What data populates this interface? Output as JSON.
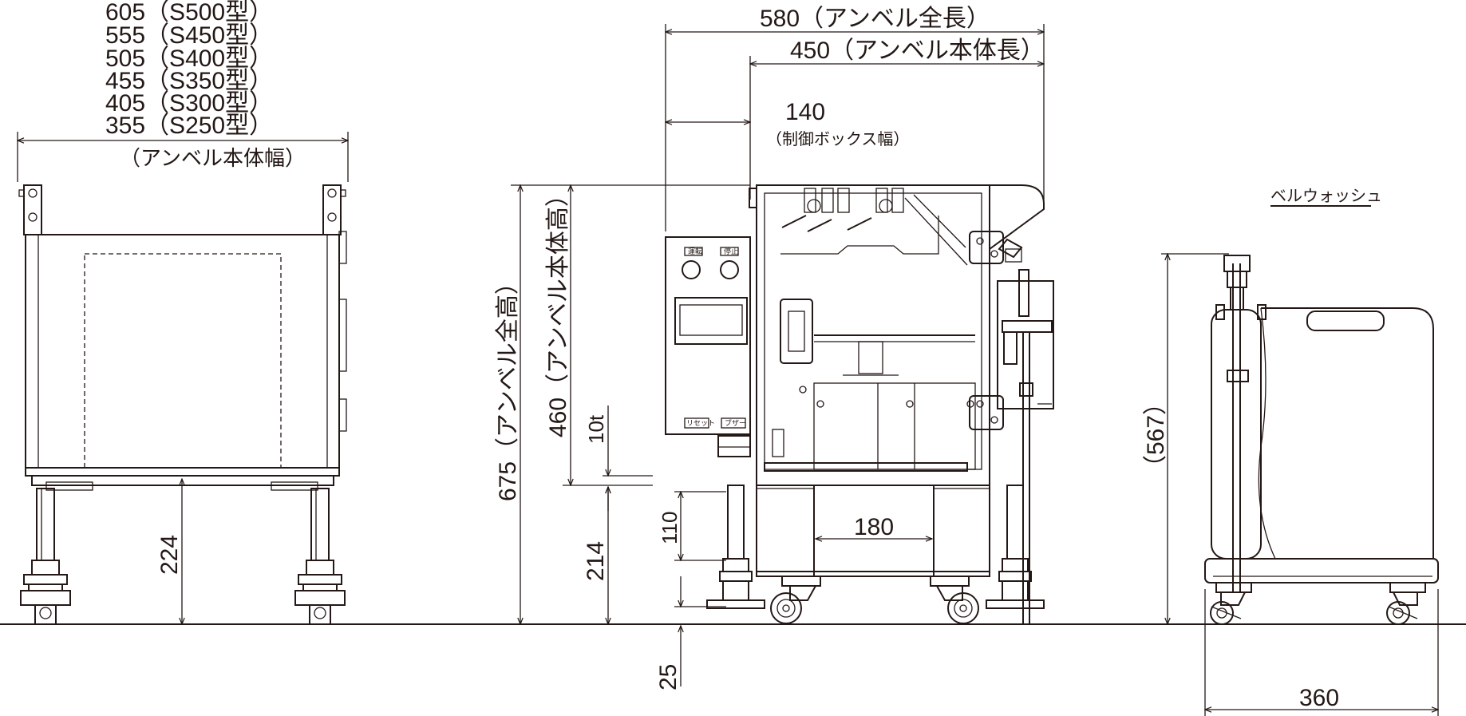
{
  "size_list": [
    "605（S500型）",
    "555（S450型）",
    "505（S400型）",
    "455（S350型）",
    "405（S300型）",
    "355（S250型）"
  ],
  "labels": {
    "anvil_width": "（アンベル本体幅）",
    "total_length": "580（アンベル全長）",
    "body_length": "450（アンベル本体長）",
    "control_box_width_value": "140",
    "control_box_width_label": "（制御ボックス幅）",
    "total_height": "675（アンベル全高）",
    "body_height": "460（アンベル本体高）",
    "plate_thickness": "10t",
    "leg_height_front": "224",
    "leg_height_side": "214",
    "caster_span": "110",
    "floor_gap": "25",
    "wheel_gap": "180",
    "bellwash_title": "ベルウォッシュ",
    "bellwash_height": "（567）",
    "bellwash_width": "360",
    "panel_btn_left": "運転",
    "panel_btn_right": "停止",
    "panel_label_left": "リセット",
    "panel_label_right": "ブザー"
  }
}
